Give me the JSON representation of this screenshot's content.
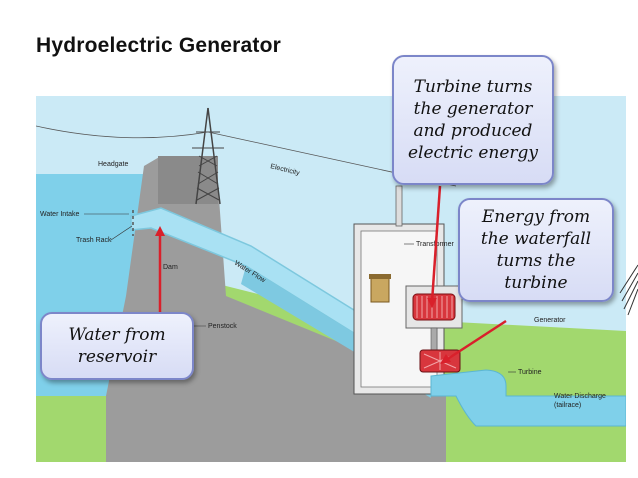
{
  "slide": {
    "title": "Hydroelectric Generator"
  },
  "diagram": {
    "labels": {
      "headgate": "Headgate",
      "electricity": "Electricity",
      "water_intake": "Water Intake",
      "trash_rack": "Trash Rack",
      "dam": "Dam",
      "water_flow": "Water Flow",
      "transformer": "Transformer",
      "generator": "Generator",
      "penstock": "Penstock",
      "turbine": "Turbine",
      "water_discharge": "Water Discharge",
      "tailrace": "(tailrace)"
    }
  },
  "callouts": {
    "turbine": [
      "Turbine turns",
      "the generator",
      "and produced",
      "electric energy"
    ],
    "waterfall": [
      "Energy from",
      "the waterfall",
      "turns the",
      "turbine"
    ],
    "water": [
      "Water from",
      "reservoir"
    ]
  },
  "colors": {
    "sky": "#c6e9f7",
    "water": "#7fd0ea",
    "ground": "#9bd56a",
    "dam": "#9b9b9b",
    "arrow": "#d9202b",
    "callout_border": "#7c86c9"
  }
}
